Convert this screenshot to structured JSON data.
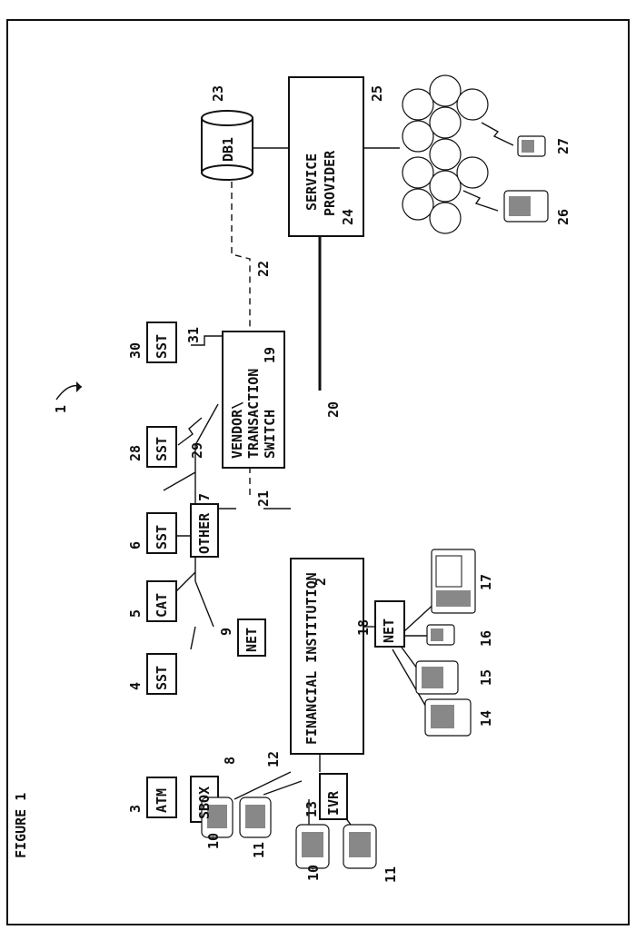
{
  "figure": {
    "title": "FIGURE 1",
    "ref": "1"
  },
  "nodes": {
    "financial_institution": {
      "label": "FINANCIAL INSTITUTION",
      "ref": "2"
    },
    "atm": {
      "label": "ATM",
      "ref": "3"
    },
    "sst4": {
      "label": "SST",
      "ref": "4"
    },
    "cat": {
      "label": "CAT",
      "ref": "5"
    },
    "sst6": {
      "label": "SST",
      "ref": "6"
    },
    "other": {
      "label": "OTHER",
      "ref": "7"
    },
    "sbox": {
      "label": "SBOX",
      "ref": "8"
    },
    "net9": {
      "label": "NET",
      "ref": "9"
    },
    "ivr": {
      "label": "IVR",
      "ref": "13"
    },
    "net18": {
      "label": "NET",
      "ref": "18"
    },
    "vendor_switch": {
      "label_1": "VENDOR\\",
      "label_2": "TRANSACTION",
      "label_3": "SWITCH",
      "ref": "19"
    },
    "sst28": {
      "label": "SST",
      "ref": "28"
    },
    "sst30": {
      "label": "SST",
      "ref": "30"
    },
    "db1": {
      "label": "DB1",
      "ref": "23"
    },
    "service_provider": {
      "label_1": "SERVICE",
      "label_2": "PROVIDER",
      "ref": "24"
    },
    "network25": {
      "ref": "25"
    }
  },
  "devices": {
    "d10a": "10",
    "d11a": "11",
    "d10b": "10",
    "d11b": "11",
    "d12": "12",
    "d14": "14",
    "d15": "15",
    "d16": "16",
    "d17": "17",
    "d26": "26",
    "d27": "27",
    "d29": "29"
  },
  "links": {
    "l20": "20",
    "l21": "21",
    "l22": "22",
    "l31": "31"
  }
}
